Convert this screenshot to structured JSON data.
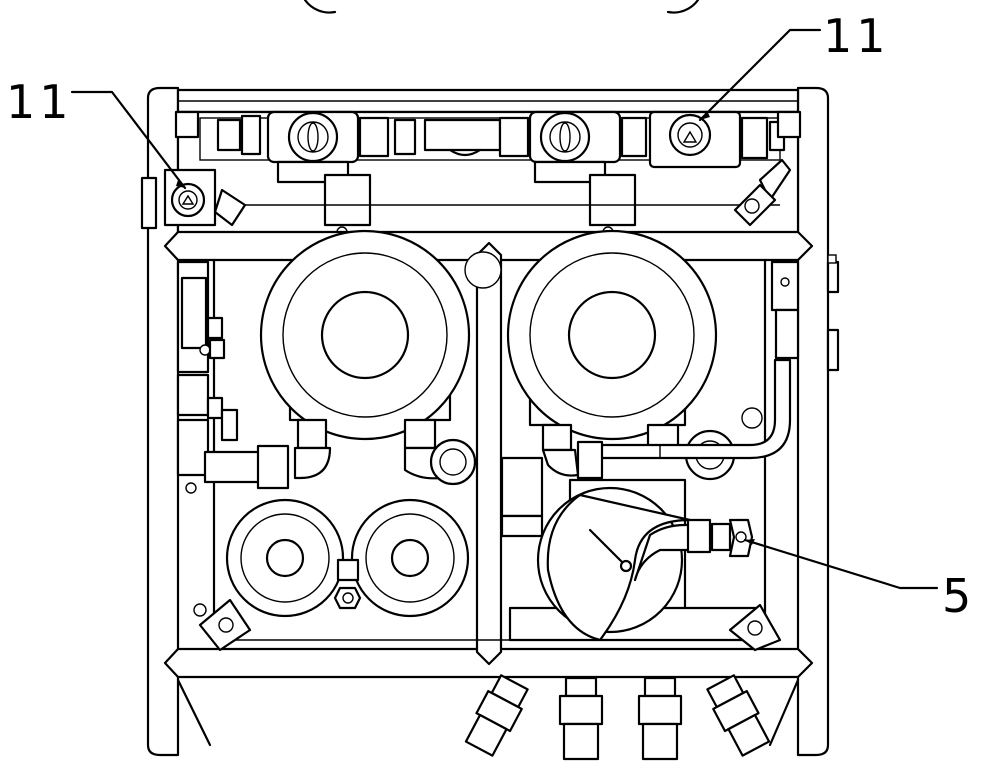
{
  "callouts": {
    "top_left": "11",
    "top_right": "11",
    "right": "5"
  }
}
